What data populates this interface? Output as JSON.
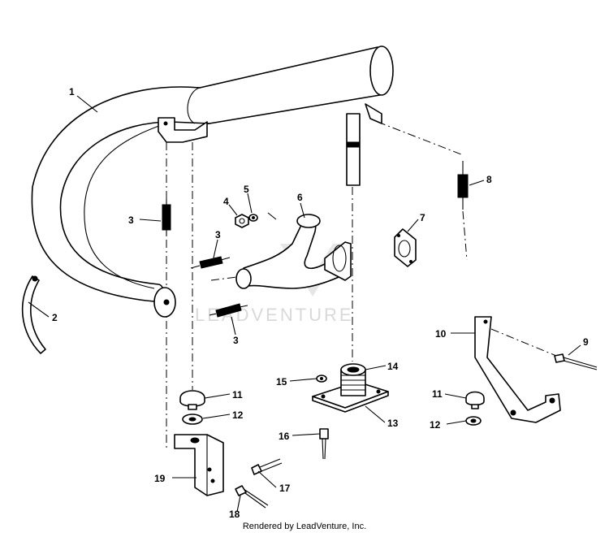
{
  "callouts": {
    "c1": "1",
    "c2": "2",
    "c3a": "3",
    "c3b": "3",
    "c3c": "3",
    "c4": "4",
    "c5": "5",
    "c6": "6",
    "c7": "7",
    "c8": "8",
    "c9": "9",
    "c10": "10",
    "c11a": "11",
    "c11b": "11",
    "c12a": "12",
    "c12b": "12",
    "c13": "13",
    "c14": "14",
    "c15": "15",
    "c16": "16",
    "c17": "17",
    "c18": "18",
    "c19": "19"
  },
  "watermark": "LEADVENTURE",
  "footer": "Rendered by LeadVenture, Inc.",
  "colors": {
    "line": "#000000",
    "background": "#ffffff",
    "watermark": "#d9d9d9"
  }
}
